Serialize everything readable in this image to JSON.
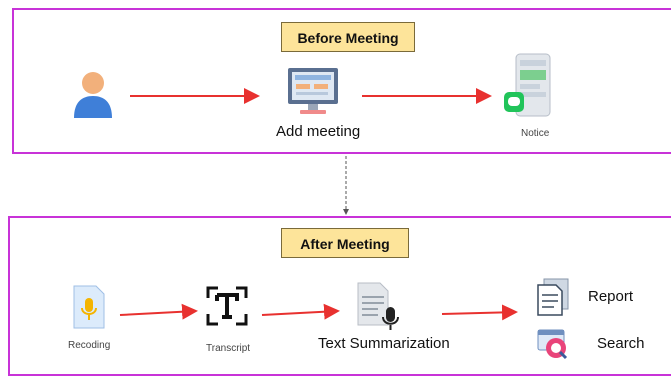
{
  "before": {
    "title": "Before Meeting",
    "steps": {
      "add_meeting": "Add meeting",
      "notice": "Notice"
    },
    "icons": [
      "person-icon",
      "computer-icon",
      "phone-notification-icon"
    ]
  },
  "after": {
    "title": "After Meeting",
    "steps": {
      "recording": "Recoding",
      "transcript": "Transcript",
      "summarization": "Text Summarization",
      "report": "Report",
      "search": "Search"
    },
    "icons": [
      "audio-file-icon",
      "text-tool-icon",
      "document-mic-icon",
      "report-icon",
      "search-icon"
    ]
  },
  "colors": {
    "panel_border": "#c832d8",
    "tag_fill": "#fde49a",
    "arrow": "#e8312f",
    "connector": "#555555"
  }
}
